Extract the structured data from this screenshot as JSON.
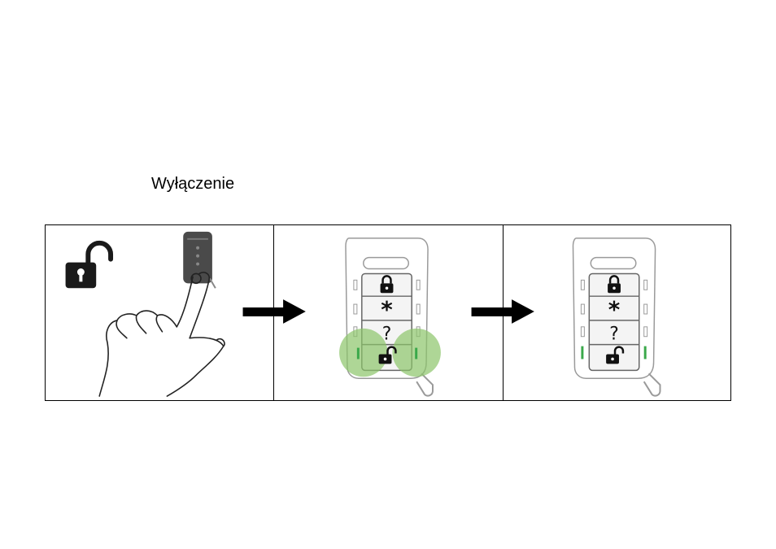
{
  "heading": "Wyłączenie",
  "steps": [
    {
      "id": "press",
      "icon": "unlock-padlock-icon",
      "action": "press-unlock-button"
    },
    {
      "id": "feedback",
      "indicator": "green-led-glow"
    },
    {
      "id": "result",
      "indicator": "green-led-steady"
    }
  ],
  "keyfob": {
    "buttons": [
      {
        "icon": "lock-icon"
      },
      {
        "label": "*"
      },
      {
        "label": "?"
      },
      {
        "icon": "unlock-icon"
      }
    ]
  },
  "colors": {
    "border": "#000000",
    "led_glow": "#8cc46a",
    "led_line": "#3aa84a",
    "fob_outline": "#9a9a9a",
    "fob_dark": "#444444"
  }
}
